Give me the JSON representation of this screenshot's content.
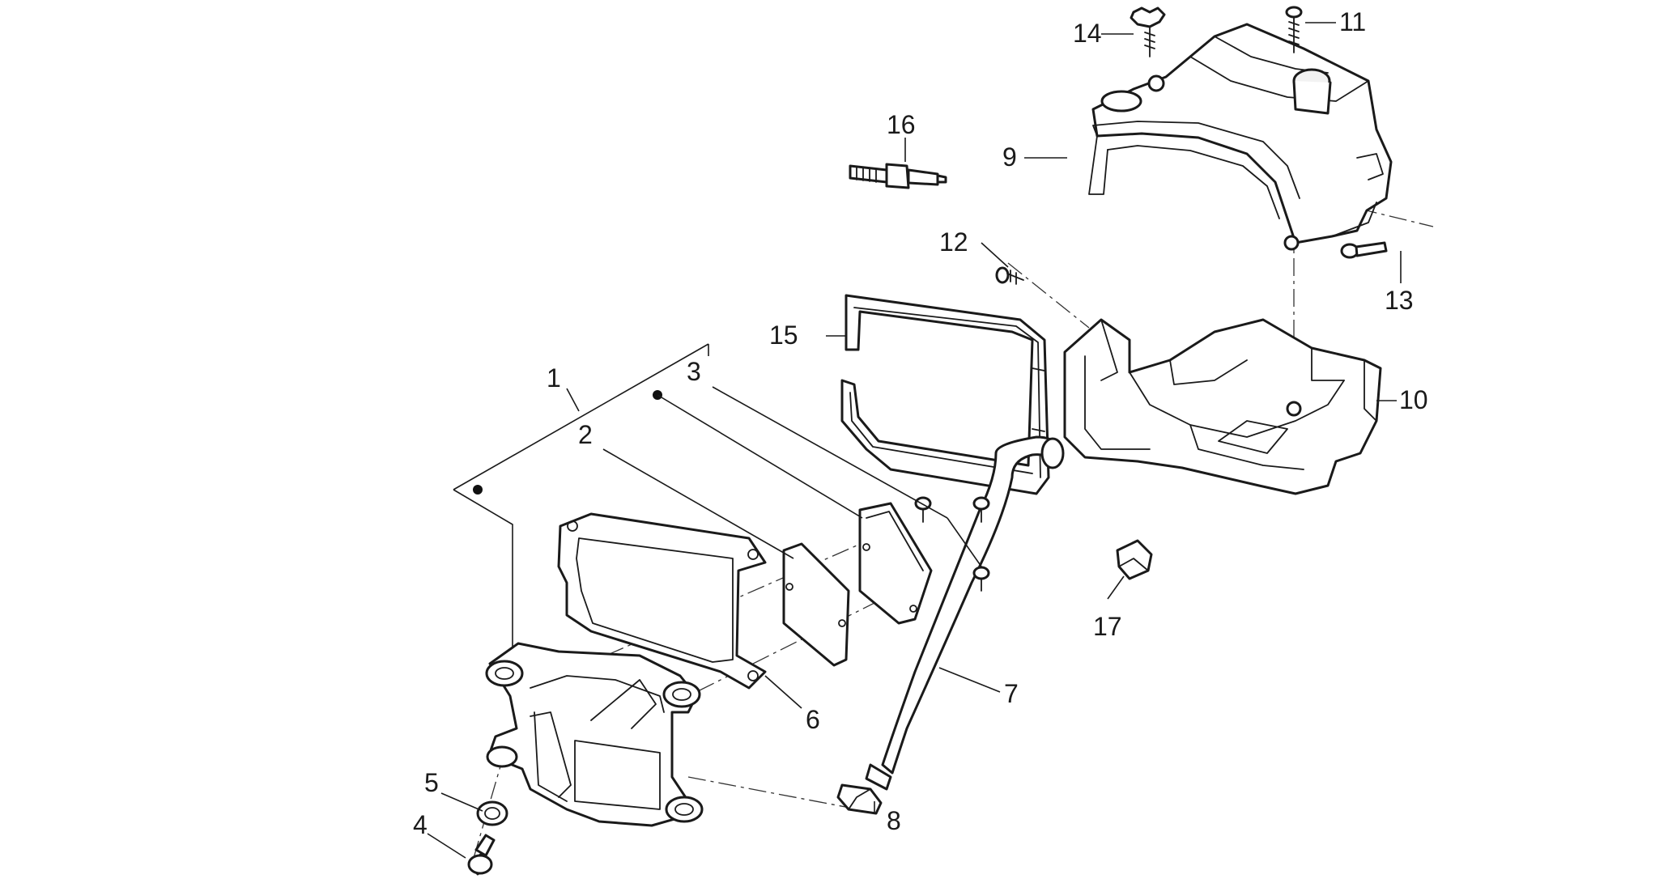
{
  "callouts": [
    {
      "id": "1",
      "label": "1"
    },
    {
      "id": "2",
      "label": "2"
    },
    {
      "id": "3",
      "label": "3"
    },
    {
      "id": "4",
      "label": "4"
    },
    {
      "id": "5",
      "label": "5"
    },
    {
      "id": "6",
      "label": "6"
    },
    {
      "id": "7",
      "label": "7"
    },
    {
      "id": "8",
      "label": "8"
    },
    {
      "id": "9",
      "label": "9"
    },
    {
      "id": "10",
      "label": "10"
    },
    {
      "id": "11",
      "label": "11"
    },
    {
      "id": "12",
      "label": "12"
    },
    {
      "id": "13",
      "label": "13"
    },
    {
      "id": "14",
      "label": "14"
    },
    {
      "id": "15",
      "label": "15"
    },
    {
      "id": "16",
      "label": "16"
    },
    {
      "id": "17",
      "label": "17"
    }
  ],
  "colors": {
    "line": "#1a1a1a",
    "background": "#ffffff"
  }
}
